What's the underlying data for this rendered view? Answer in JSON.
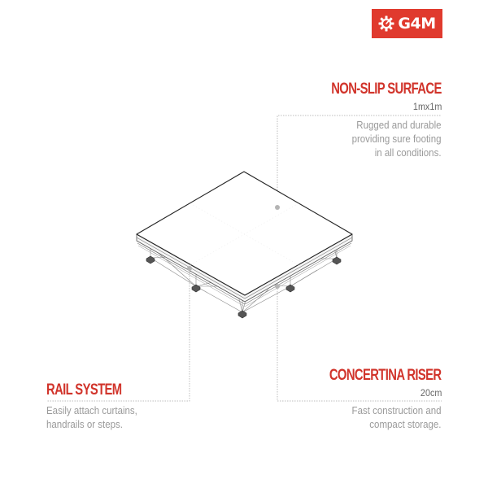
{
  "logo": {
    "icon": "gear-icon",
    "text": "G4M",
    "background": "#e03a2e"
  },
  "callouts": {
    "surface": {
      "title": "NON-SLIP SURFACE",
      "subtitle": "1mx1m",
      "description": [
        "Rugged and durable",
        "providing sure footing",
        "in all conditions."
      ]
    },
    "rail": {
      "title": "RAIL SYSTEM",
      "description": [
        "Easily attach curtains,",
        "handrails or steps."
      ]
    },
    "riser": {
      "title": "CONCERTINA RISER",
      "subtitle": "20cm",
      "description": [
        "Fast construction and",
        "compact storage."
      ]
    }
  },
  "colors": {
    "accent": "#d1342b",
    "subtitle": "#666666",
    "body_text": "#9a9a9a",
    "leader_line": "#bbbbbb"
  },
  "illustration": {
    "subject": "stage-platform-isometric"
  }
}
